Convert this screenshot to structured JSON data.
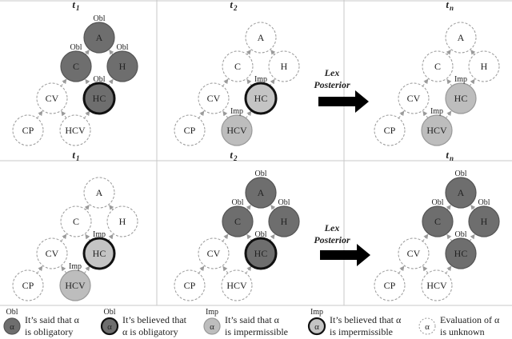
{
  "time_labels": {
    "t1": {
      "base": "t",
      "sub": "1"
    },
    "t2": {
      "base": "t",
      "sub": "2"
    },
    "tn": {
      "base": "t",
      "sub": "n"
    }
  },
  "tags": {
    "obl": "Obl",
    "imp": "Imp"
  },
  "arrow_label": {
    "line1": "Lex",
    "line2": "Posterior"
  },
  "nodes": {
    "A": "A",
    "C": "C",
    "H": "H",
    "CV": "CV",
    "HC": "HC",
    "CP": "CP",
    "HCV": "HCV"
  },
  "colors": {
    "said_obligatory": "#6e6e6e",
    "believed_obligatory": "#6e6e6e",
    "said_impermissible": "#bdbdbd",
    "believed_impermissible": "#c4c4c4",
    "unknown": "#ffffff",
    "edge": "#9a9a9a",
    "grid": "#c8c8c8",
    "big_arrow": "#000000"
  },
  "panels": [
    {
      "id": "p1",
      "nodes": {
        "A": "said_obl",
        "C": "said_obl",
        "H": "said_obl",
        "HC": "believed_obl",
        "CV": "unknown",
        "CP": "unknown",
        "HCV": "unknown"
      }
    },
    {
      "id": "p2",
      "nodes": {
        "A": "unknown",
        "C": "unknown",
        "H": "unknown",
        "HC": "believed_imp",
        "CV": "unknown",
        "CP": "unknown",
        "HCV": "said_imp"
      }
    },
    {
      "id": "p3",
      "nodes": {
        "A": "unknown",
        "C": "unknown",
        "H": "unknown",
        "HC": "said_imp",
        "CV": "unknown",
        "CP": "unknown",
        "HCV": "said_imp"
      }
    },
    {
      "id": "p4",
      "nodes": {
        "A": "unknown",
        "C": "unknown",
        "H": "unknown",
        "HC": "believed_imp",
        "CV": "unknown",
        "CP": "unknown",
        "HCV": "said_imp"
      }
    },
    {
      "id": "p5",
      "nodes": {
        "A": "said_obl",
        "C": "said_obl",
        "H": "said_obl",
        "HC": "believed_obl",
        "CV": "unknown",
        "CP": "unknown",
        "HCV": "unknown"
      }
    },
    {
      "id": "p6",
      "nodes": {
        "A": "said_obl",
        "C": "said_obl",
        "H": "said_obl",
        "HC": "said_obl",
        "CV": "unknown",
        "CP": "unknown",
        "HCV": "unknown"
      }
    }
  ],
  "legend": [
    {
      "tag": "Obl",
      "symbol": "α",
      "line1": "It’s said that α",
      "line2": "is obligatory"
    },
    {
      "tag": "Obl",
      "symbol": "α",
      "line1": "It’s believed that",
      "line2": "α is obligatory"
    },
    {
      "tag": "Imp",
      "symbol": "α",
      "line1": "It’s said that α",
      "line2": "is impermissible"
    },
    {
      "tag": "Imp",
      "symbol": "α",
      "line1": "It’s believed that α",
      "line2": "is impermissible"
    },
    {
      "tag": "",
      "symbol": "α",
      "line1": "Evaluation of α",
      "line2": "is unknown"
    }
  ]
}
